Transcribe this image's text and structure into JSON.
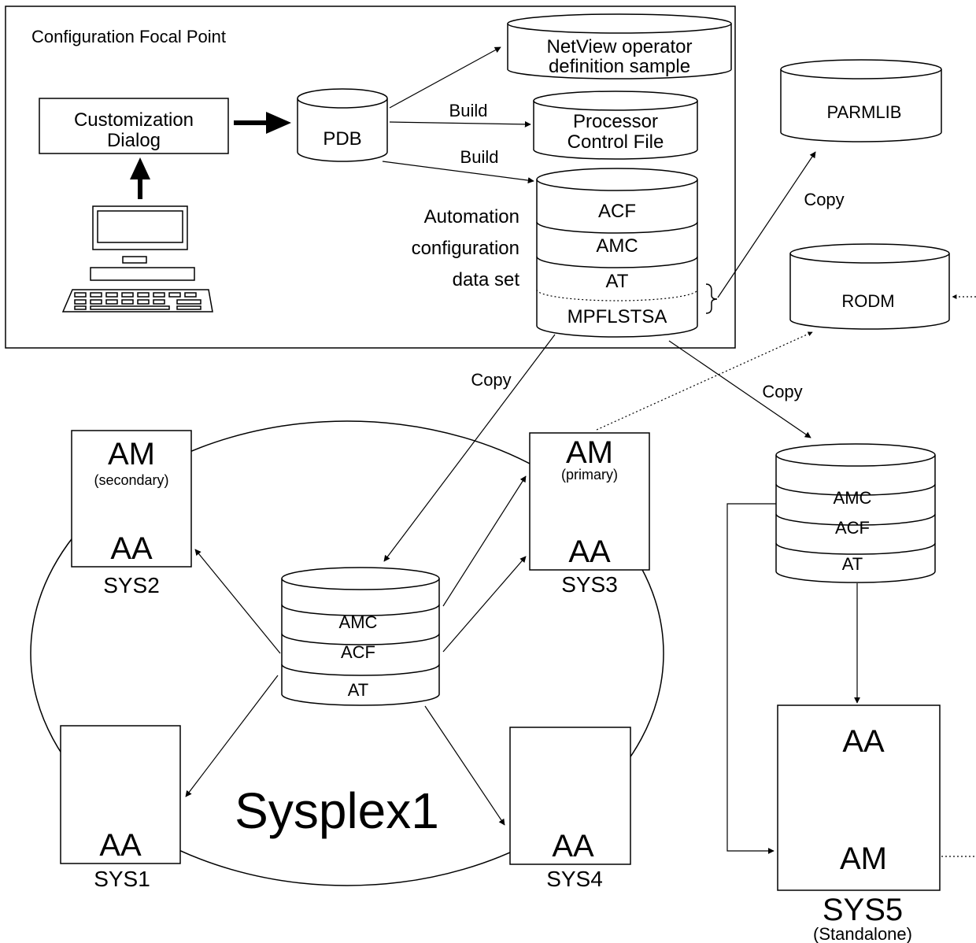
{
  "focal_point": {
    "title": "Configuration Focal Point"
  },
  "dialog": {
    "line1": "Customization",
    "line2": "Dialog"
  },
  "pdb": {
    "label": "PDB"
  },
  "netview": {
    "line1": "NetView operator",
    "line2": "definition sample"
  },
  "processor": {
    "line1": "Processor",
    "line2": "Control File"
  },
  "build_labels": [
    "Build",
    "Build"
  ],
  "acds": {
    "caption": [
      "Automation",
      "configuration",
      "data set"
    ],
    "layers": [
      "ACF",
      "AMC",
      "AT",
      "MPFLSTSA"
    ]
  },
  "parmlib": {
    "label": "PARMLIB"
  },
  "rodm": {
    "label": "RODM"
  },
  "copy_labels": [
    "Copy",
    "Copy",
    "Copy"
  ],
  "sysplex": {
    "label": "Sysplex1",
    "central_db": [
      "AMC",
      "ACF",
      "AT"
    ],
    "systems": [
      {
        "name": "SYS2",
        "am": "AM",
        "role": "(secondary)",
        "aa": "AA"
      },
      {
        "name": "SYS3",
        "am": "AM",
        "role": "(primary)",
        "aa": "AA"
      },
      {
        "name": "SYS1",
        "aa": "AA"
      },
      {
        "name": "SYS4",
        "aa": "AA"
      }
    ]
  },
  "sys5_db": [
    "AMC",
    "ACF",
    "AT"
  ],
  "sys5": {
    "aa": "AA",
    "am": "AM",
    "name": "SYS5",
    "note": "(Standalone)"
  }
}
